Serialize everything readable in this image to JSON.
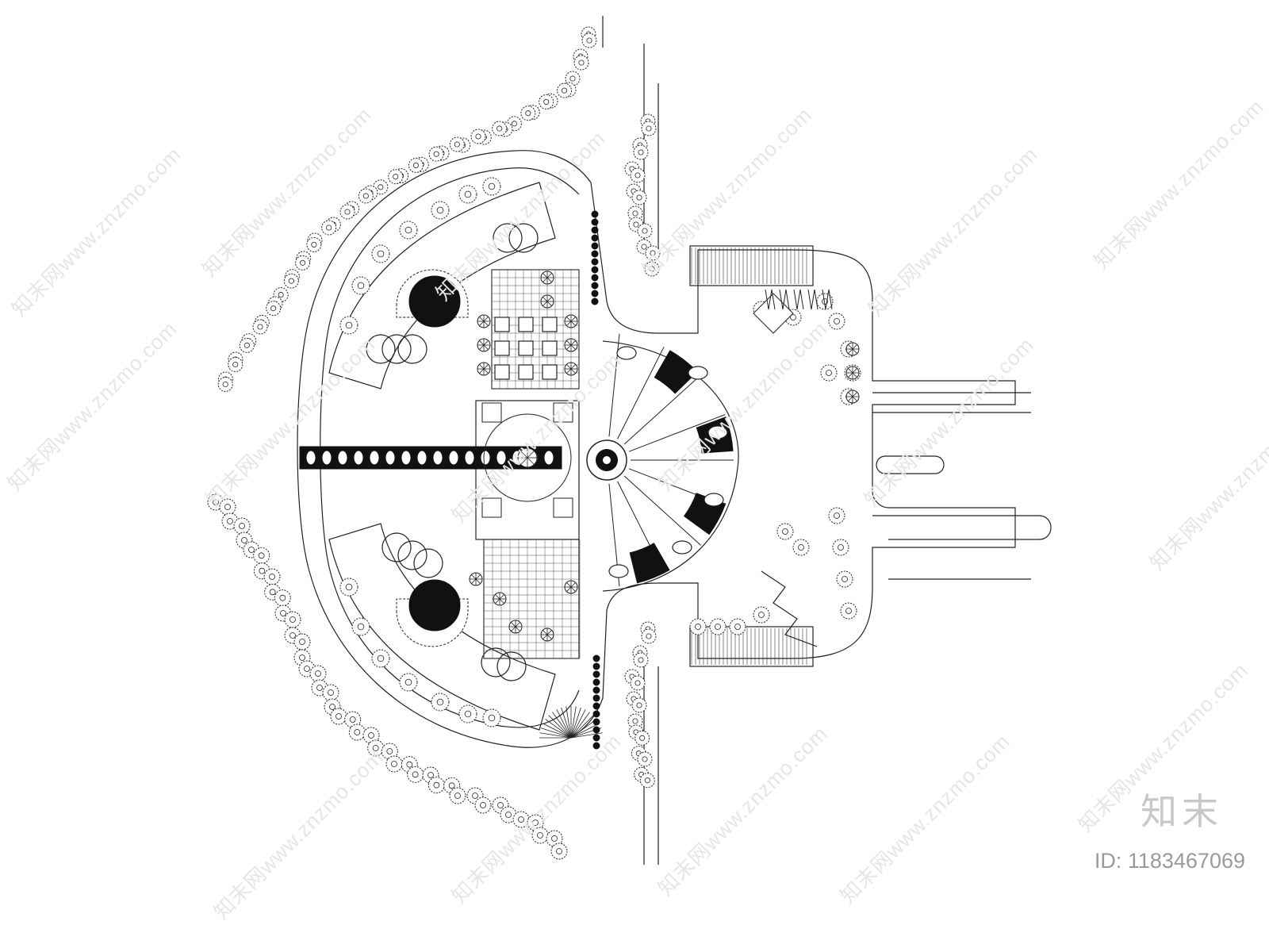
{
  "watermark": {
    "text": "知末网www.znzmo.com"
  },
  "brand": {
    "logo": "知末",
    "id_label": "ID: 1183467069"
  },
  "colors": {
    "line": "#222222",
    "fill_dark": "#111111",
    "watermark": "#e6e6e6",
    "logo": "#c8c8c8",
    "id": "#9a9a9a"
  }
}
